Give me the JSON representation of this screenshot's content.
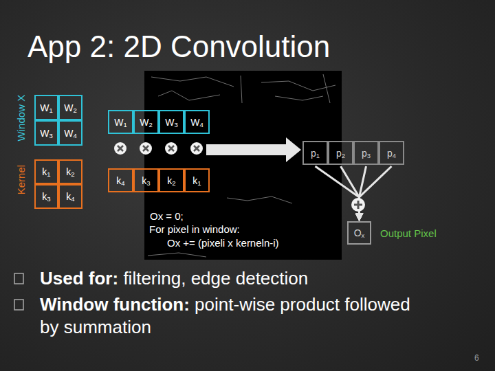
{
  "diagram": {
    "title": "App 2: 2D Convolution",
    "nodes": [
      {
        "text": [
          "W1"
        ]
      },
      {
        "text": [
          "W2"
        ]
      },
      {
        "text": [
          "W3"
        ]
      },
      {
        "text": [
          "W4"
        ]
      },
      {
        "text": [
          "k1"
        ]
      },
      {
        "text": [
          "k2"
        ]
      },
      {
        "text": [
          "k3"
        ]
      },
      {
        "text": [
          "k4"
        ]
      },
      {
        "text": [
          "W1"
        ]
      },
      {
        "text": [
          "W2"
        ]
      },
      {
        "text": [
          "W3"
        ]
      },
      {
        "text": [
          "W4"
        ]
      },
      {
        "text": [
          "k4"
        ]
      },
      {
        "text": [
          "k3"
        ]
      },
      {
        "text": [
          "k2"
        ]
      },
      {
        "text": [
          "k1"
        ]
      },
      {
        "text": [
          "p1"
        ]
      },
      {
        "text": [
          "p2"
        ]
      },
      {
        "text": [
          "p3"
        ]
      },
      {
        "text": [
          "p4"
        ]
      },
      {
        "text": [
          "Ox"
        ]
      }
    ],
    "edges": [
      {
        "from": 16,
        "to": 20,
        "arrow": "to"
      },
      {
        "from": 17,
        "to": 20,
        "arrow": "to"
      },
      {
        "from": 18,
        "to": 20,
        "arrow": "to"
      },
      {
        "from": 19,
        "to": 20,
        "arrow": "to"
      }
    ],
    "labels": [
      "Window X",
      "Kernel",
      "Ox = 0;",
      "For pixel in window:",
      "Ox += (pixeli x kerneln-i)",
      "Output Pixel",
      "Used for:",
      "filtering, edge detection",
      "Window function:",
      "point-wise product followed by summation",
      "6"
    ]
  }
}
